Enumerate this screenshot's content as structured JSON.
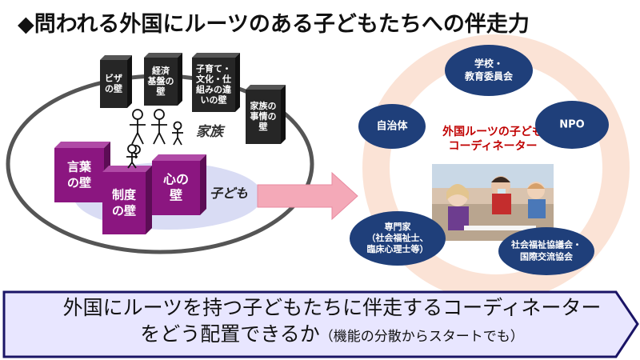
{
  "title": "◆問われる外国にルーツのある子どもたちへの伴走力",
  "left_diagram": {
    "barriers_dark": [
      {
        "lines": [
          "ビザ",
          "の壁"
        ]
      },
      {
        "lines": [
          "経済",
          "基盤の",
          "壁"
        ]
      },
      {
        "lines": [
          "子育て・",
          "文化・仕",
          "組みの違",
          "いの壁"
        ]
      },
      {
        "lines": [
          "家族の",
          "事情の",
          "壁"
        ]
      }
    ],
    "family_label": "家族",
    "child_label": "子ども",
    "barriers_purple": [
      {
        "lines": [
          "言葉",
          "の壁"
        ]
      },
      {
        "lines": [
          "制度",
          "の壁"
        ]
      },
      {
        "lines": [
          "心の",
          "壁"
        ]
      }
    ]
  },
  "right_diagram": {
    "center_title_lines": [
      "外国ルーツの子ども",
      "コーディネーター"
    ],
    "nodes": [
      {
        "lines": [
          "学校・",
          "教育委員会"
        ]
      },
      {
        "lines": [
          "NPO"
        ]
      },
      {
        "lines": [
          "社会福祉協議会・",
          "国際交流協会"
        ]
      },
      {
        "lines": [
          "専門家",
          "（社会福祉士、",
          "臨床心理士等）"
        ]
      },
      {
        "lines": [
          "自治体"
        ]
      }
    ]
  },
  "banner": {
    "line1": "外国にルーツを持つ子どもたちに伴走するコーディネーター",
    "line2": "をどう配置できるか",
    "note": "（機能の分散からスタートでも）"
  },
  "colors": {
    "ellipse_outline": "#555555",
    "inner_ellipse": "#d9dcf4",
    "purple_wall": "#8b1680",
    "dark_wall": "#262626",
    "ring": "#fbe3d6",
    "node": "#1f3f7a",
    "center_title": "#c00000",
    "arrow": "#f4a9b8",
    "banner_fill": "#e8e6ff",
    "banner_stroke": "#1a1466"
  }
}
